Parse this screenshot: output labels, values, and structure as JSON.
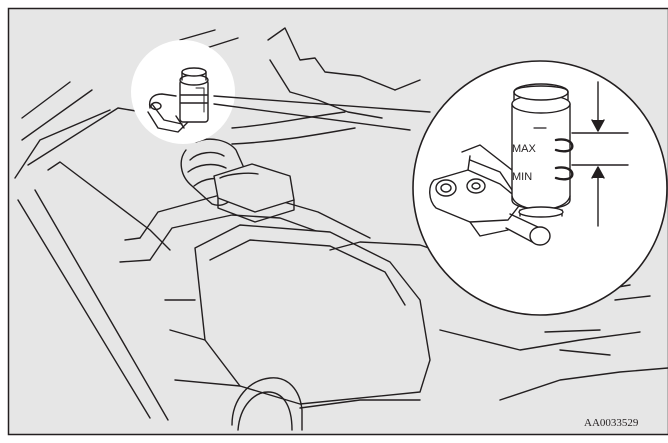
{
  "figure": {
    "callout": {
      "max_label": "MAX",
      "min_label": "MIN"
    },
    "figure_code": "AA0033529",
    "colors": {
      "background": "#e6e6e6",
      "line": "#231f20",
      "white": "#ffffff"
    }
  }
}
